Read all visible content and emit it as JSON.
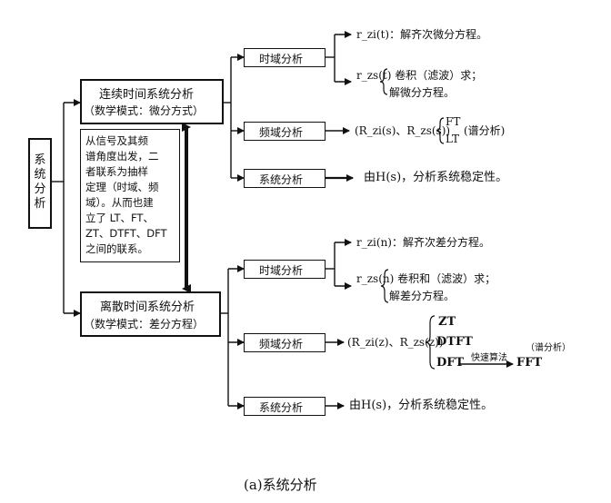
{
  "root": {
    "label": "系统分析"
  },
  "continuous": {
    "title": "连续时间系统分析",
    "subtitle": "（数学模式：微分方式）",
    "time_domain": {
      "label": "时域分析",
      "zi": "r_zi(t)：解齐次微分方程。",
      "zs_line1": "r_zs(t) 卷积（滤波）求；",
      "zs_line2": "解微分方程。"
    },
    "freq_domain": {
      "label": "频域分析",
      "expr": "(R_zi(s)、R_zs(s))",
      "ft": "FT",
      "lt": "LT",
      "spectrum": "(谱分析)"
    },
    "system": {
      "label": "系统分析",
      "text": "由H(s)，分析系统稳定性。"
    }
  },
  "description": {
    "lines": [
      "从信号及其频",
      "谱角度出发，二",
      "者联系为抽样",
      "定理（时域、频",
      "域）。从而也建",
      "立了 LT、FT、",
      "ZT、DTFT、DFT",
      "之间的联系。"
    ]
  },
  "discrete": {
    "title": "离散时间系统分析",
    "subtitle": "（数学模式：差分方程）",
    "time_domain": {
      "label": "时域分析",
      "zi": "r_zi(n)：解齐次差分方程。",
      "zs_line1": "r_zs(n) 卷积和（滤波）求；",
      "zs_line2": "解差分方程。"
    },
    "freq_domain": {
      "label": "频域分析",
      "expr": "(R_zi(z)、R_zs(z))",
      "zt": "ZT",
      "dtft": "DTFT",
      "dft": "DFT",
      "fast_alg": "快速算法",
      "fft": "FFT",
      "spectrum": "（谱分析）"
    },
    "system": {
      "label": "系统分析",
      "text": "由H(s)，分析系统稳定性。"
    }
  },
  "caption": "(a)系统分析"
}
